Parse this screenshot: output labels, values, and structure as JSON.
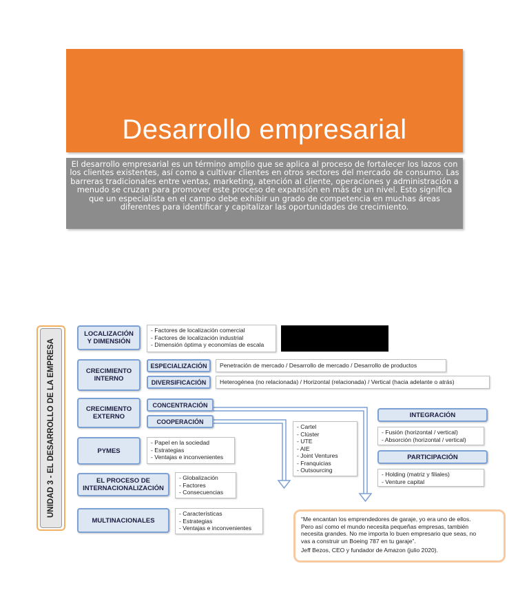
{
  "banner": {
    "title": "Desarrollo empresarial",
    "color": "#ef7d2e"
  },
  "description": "El desarrollo empresarial es un término amplio que se aplica al proceso de fortalecer los lazos con los clientes existentes, así como a cultivar clientes en otros sectores del mercado de consumo. Las barreras tradicionales entre ventas, marketing, atención al cliente, operaciones y administración a menudo se cruzan para promover este proceso de expansión en más de un nivel. Esto significa que un especialista en el campo debe exhibir un grado de competencia en muchas áreas diferentes para identificar y capitalizar las oportunidades de crecimiento.",
  "diagram": {
    "side_title": "UNIDAD 3  -  EL DESARROLLO DE LA EMPRESA",
    "localizacion": {
      "label_1": "LOCALIZACIÓN",
      "label_2": "Y DIMENSIÓN",
      "items": [
        "- Factores de localización comercial",
        "- Factores de localización industrial",
        "- Dimensión óptima y economías de escala"
      ]
    },
    "crecimiento_interno": {
      "label_1": "CRECIMIENTO",
      "label_2": "INTERNO",
      "especializacion": "ESPECIALIZACIÓN",
      "especializacion_text": "Penetración de mercado / Desarrollo de mercado / Desarrollo de productos",
      "diversificacion": "DIVERSIFICACIÓN",
      "diversificacion_text": "Heterogénea (no relacionada) / Horizontal (relacionada) / Vertical (hacia adelante o atrás)"
    },
    "crecimiento_externo": {
      "label_1": "CRECIMIENTO",
      "label_2": "EXTERNO",
      "concentracion": "CONCENTRACIÓN",
      "cooperacion": "COOPERACIÓN",
      "cooperacion_items": [
        "- Cartel",
        "- Clúster",
        "- UTE",
        "- AIE",
        "- Joint Ventures",
        "- Franquicias",
        "- Outsourcing"
      ]
    },
    "integracion": {
      "label": "INTEGRACIÓN",
      "items": [
        "- Fusión (horizontal / vertical)",
        "- Absorción (horizontal / vertical)"
      ]
    },
    "participacion": {
      "label": "PARTICIPACIÓN",
      "items": [
        "- Holding (matriz y filiales)",
        "- Venture capital"
      ]
    },
    "pymes": {
      "label": "PYMES",
      "items": [
        "- Papel en la sociedad",
        "- Estrategias",
        "- Ventajas e inconvenientes"
      ]
    },
    "internacionalizacion": {
      "label_1": "EL PROCESO DE",
      "label_2": "INTERNACIONALIZACIÓN",
      "items": [
        "- Globalización",
        "- Factores",
        "- Consecuencias"
      ]
    },
    "multinacionales": {
      "label": "MULTINACIONALES",
      "items": [
        "- Características",
        "- Estrategias",
        "- Ventajas e inconvenientes"
      ]
    },
    "quote": {
      "lines": [
        "“Me encantan los emprendedores de garaje, yo era uno de ellos.",
        "Pero así como el mundo necesita pequeñas empresas, también",
        "necesita grandes. No me importa lo buen empresario que seas, no",
        "vas a construir un Boeing 787 en tu garaje”."
      ],
      "author": "Jeff Bezos, CEO y fundador de Amazon (julio 2020)."
    },
    "colors": {
      "category_fill": "#dde7f4",
      "category_border": "#7ba0d4",
      "accent_border": "#f7caa0"
    }
  }
}
